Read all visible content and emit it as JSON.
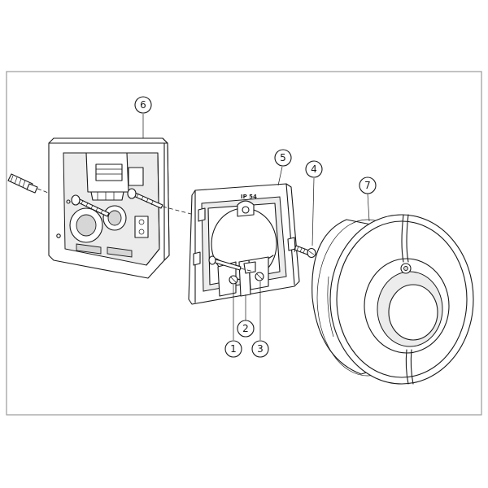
{
  "callouts": [
    {
      "id": "1",
      "label": "1"
    },
    {
      "id": "2",
      "label": "2"
    },
    {
      "id": "3",
      "label": "3"
    },
    {
      "id": "4",
      "label": "4"
    },
    {
      "id": "5",
      "label": "5"
    },
    {
      "id": "6",
      "label": "6"
    },
    {
      "id": "7",
      "label": "7"
    }
  ],
  "plate_marking": "IP 54"
}
